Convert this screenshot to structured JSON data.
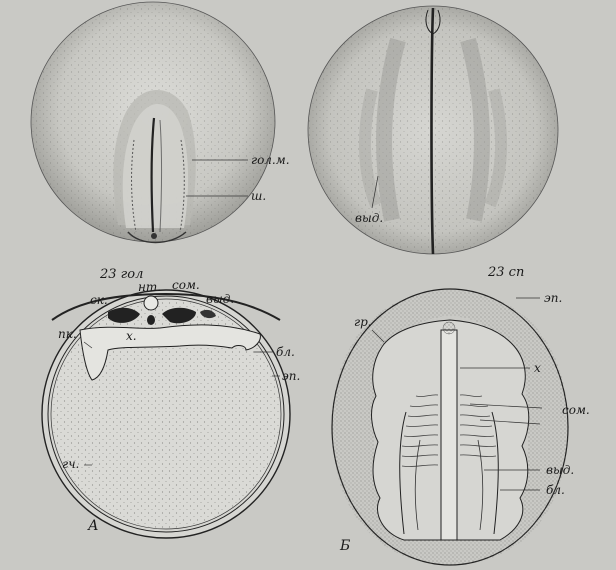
{
  "figure_labels": {
    "caption_left": "23 гол",
    "caption_right": "23 сп",
    "panel_a": "А",
    "panel_b": "Б",
    "top_left": {
      "golm": "гол.м.",
      "sh": "ш."
    },
    "top_right": {
      "vyd": "выд."
    },
    "section_a": {
      "sk": "ск.",
      "nt": "нт.",
      "som": "сом.",
      "vyd": "выд.",
      "pk": "пк.",
      "x": "х.",
      "bl": "бл.",
      "ep": "эп.",
      "gch": "гч."
    },
    "section_b": {
      "gr": "гр.",
      "ep": "эп.",
      "x": "х",
      "som": "сом.",
      "vyd": "выд.",
      "bl": "бл."
    }
  },
  "colors": {
    "background": "#c9c9c5",
    "ink": "#1a1a1a",
    "egg_fill": "#dadad6",
    "stipple": "#6a6a66"
  }
}
